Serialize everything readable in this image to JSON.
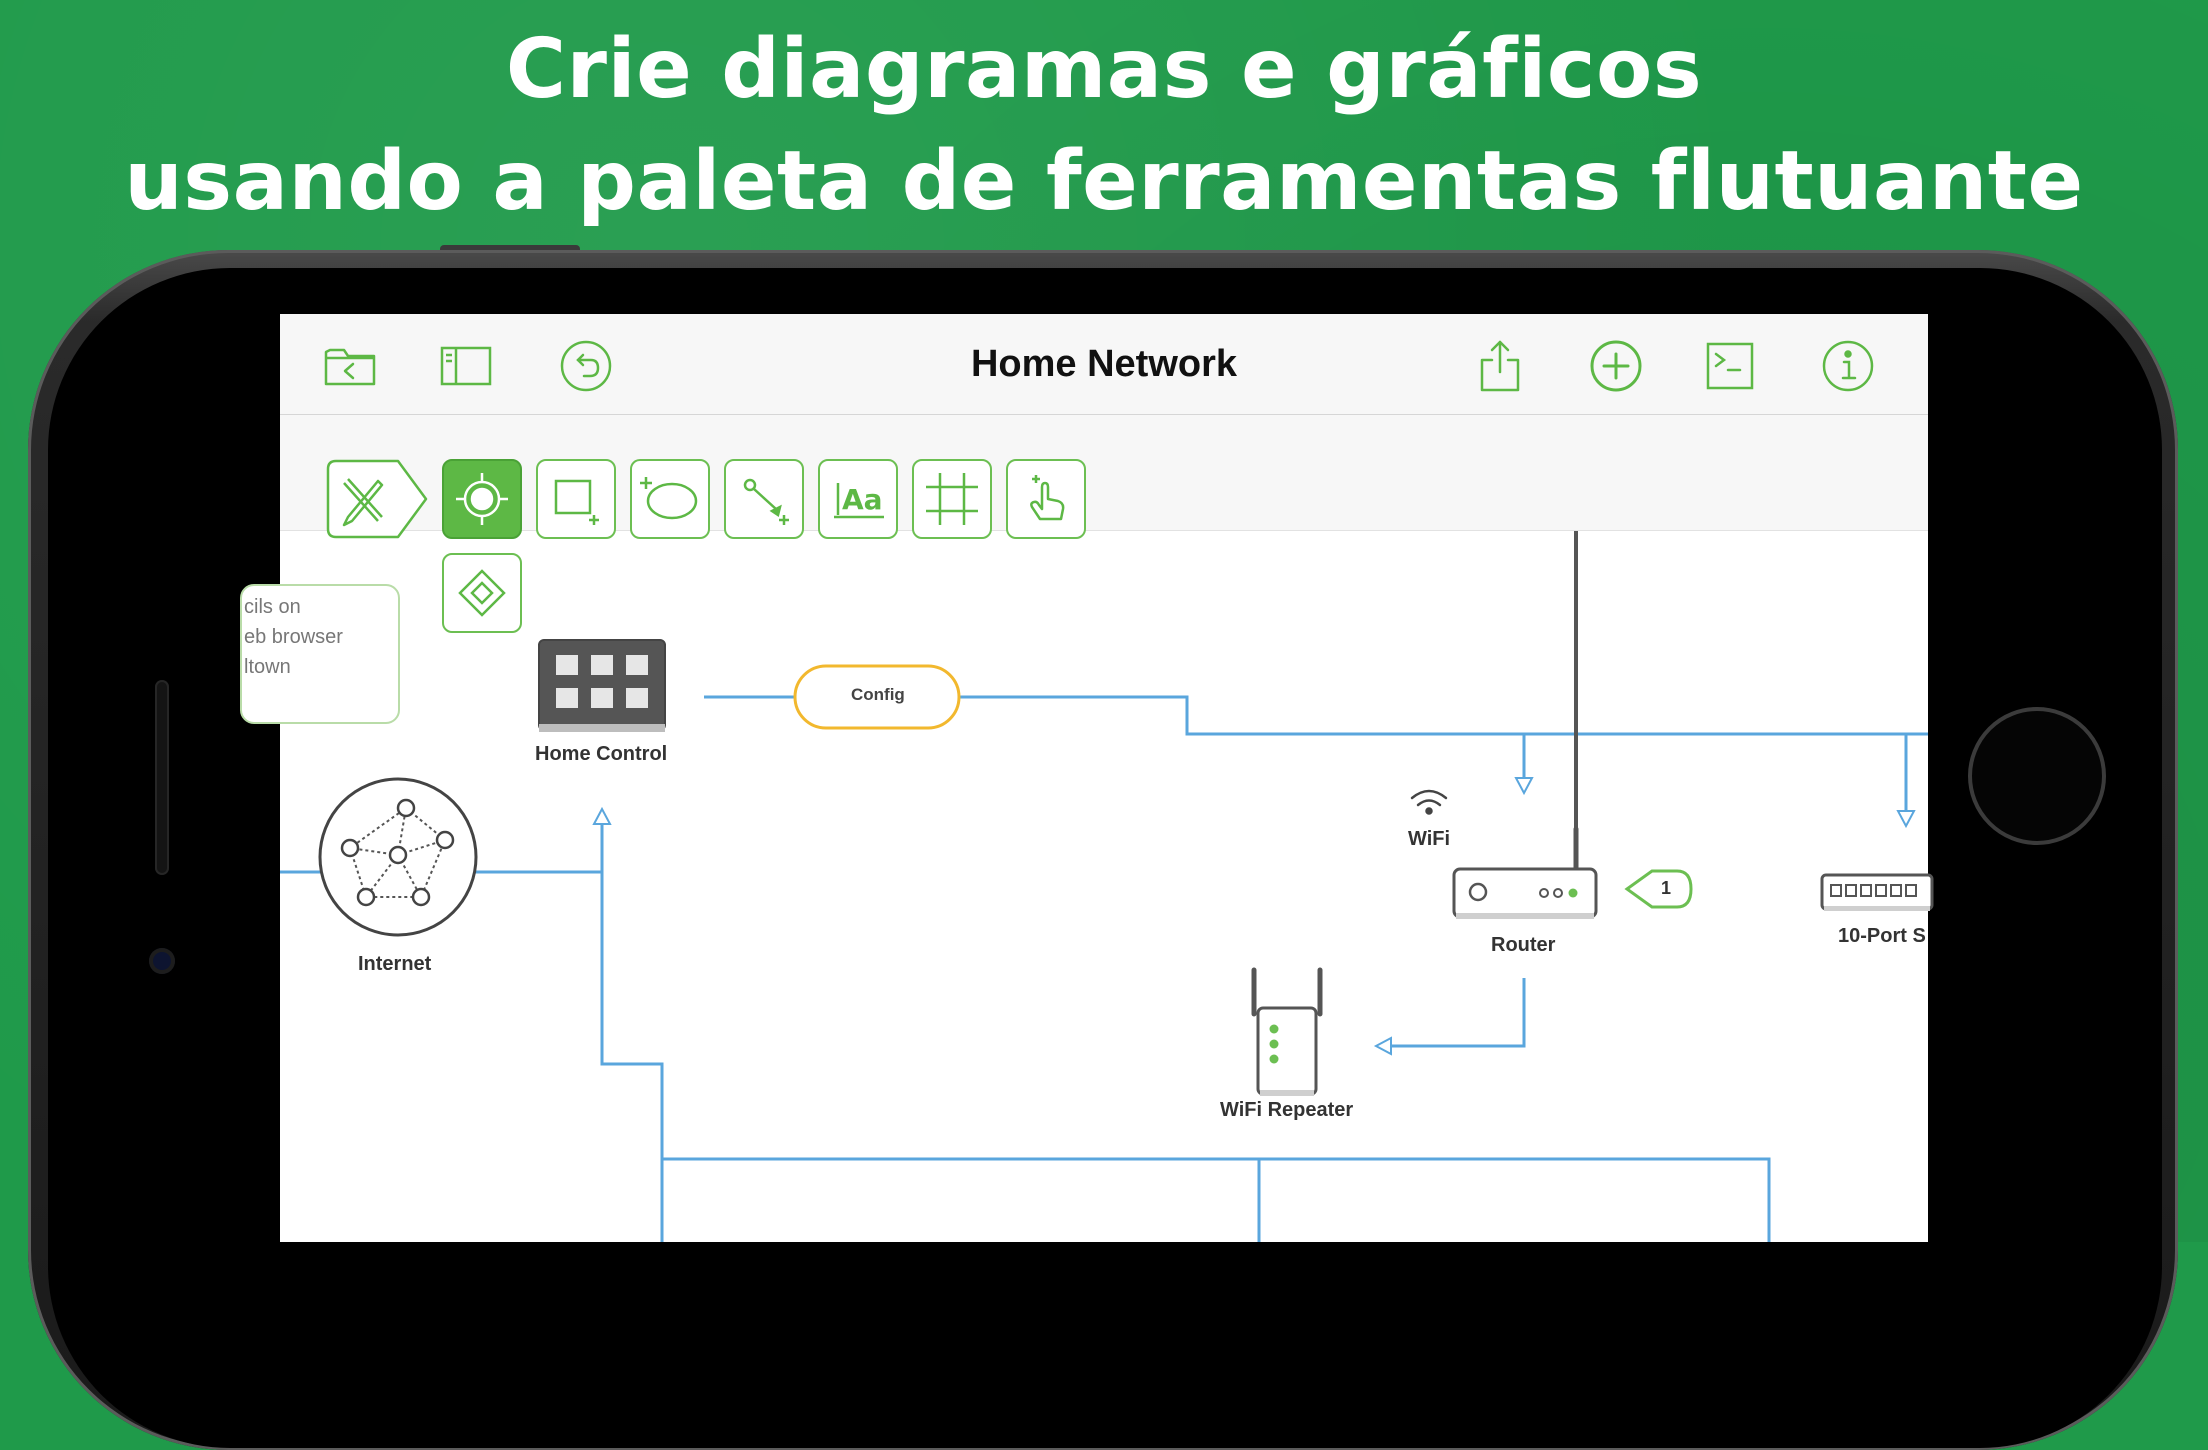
{
  "headline": {
    "line1": "Crie diagramas e gráficos",
    "line2": "usando a paleta de ferramentas flutuante"
  },
  "app": {
    "document_title": "Home Network",
    "toolbar": {
      "left": [
        "folder-back-icon",
        "sidebar-icon",
        "undo-icon"
      ],
      "right": [
        "share-icon",
        "add-icon",
        "console-icon",
        "info-icon"
      ]
    },
    "palette": {
      "tools": [
        "pencil-ruler-icon",
        "selection-target-icon",
        "rectangle-plus-icon",
        "lasso-icon",
        "line-tool-icon",
        "text-tool-icon",
        "crop-icon",
        "touch-icon",
        "diamond-magnet-icon"
      ],
      "active_tool": "selection-target-icon",
      "accent_color": "#5db845"
    }
  },
  "diagram": {
    "note_lines": [
      "cils on",
      "eb browser",
      "ltown"
    ],
    "nodes": {
      "home_control": "Home Control",
      "config": "Config",
      "internet": "Internet",
      "wifi": "WiFi",
      "router": "Router",
      "router_badge": "1",
      "switch": "10-Port S",
      "repeater": "WiFi Repeater"
    },
    "colors": {
      "connector": "#5aa6dd",
      "config_border": "#f2b82e",
      "badge_border": "#6cbf52"
    }
  }
}
